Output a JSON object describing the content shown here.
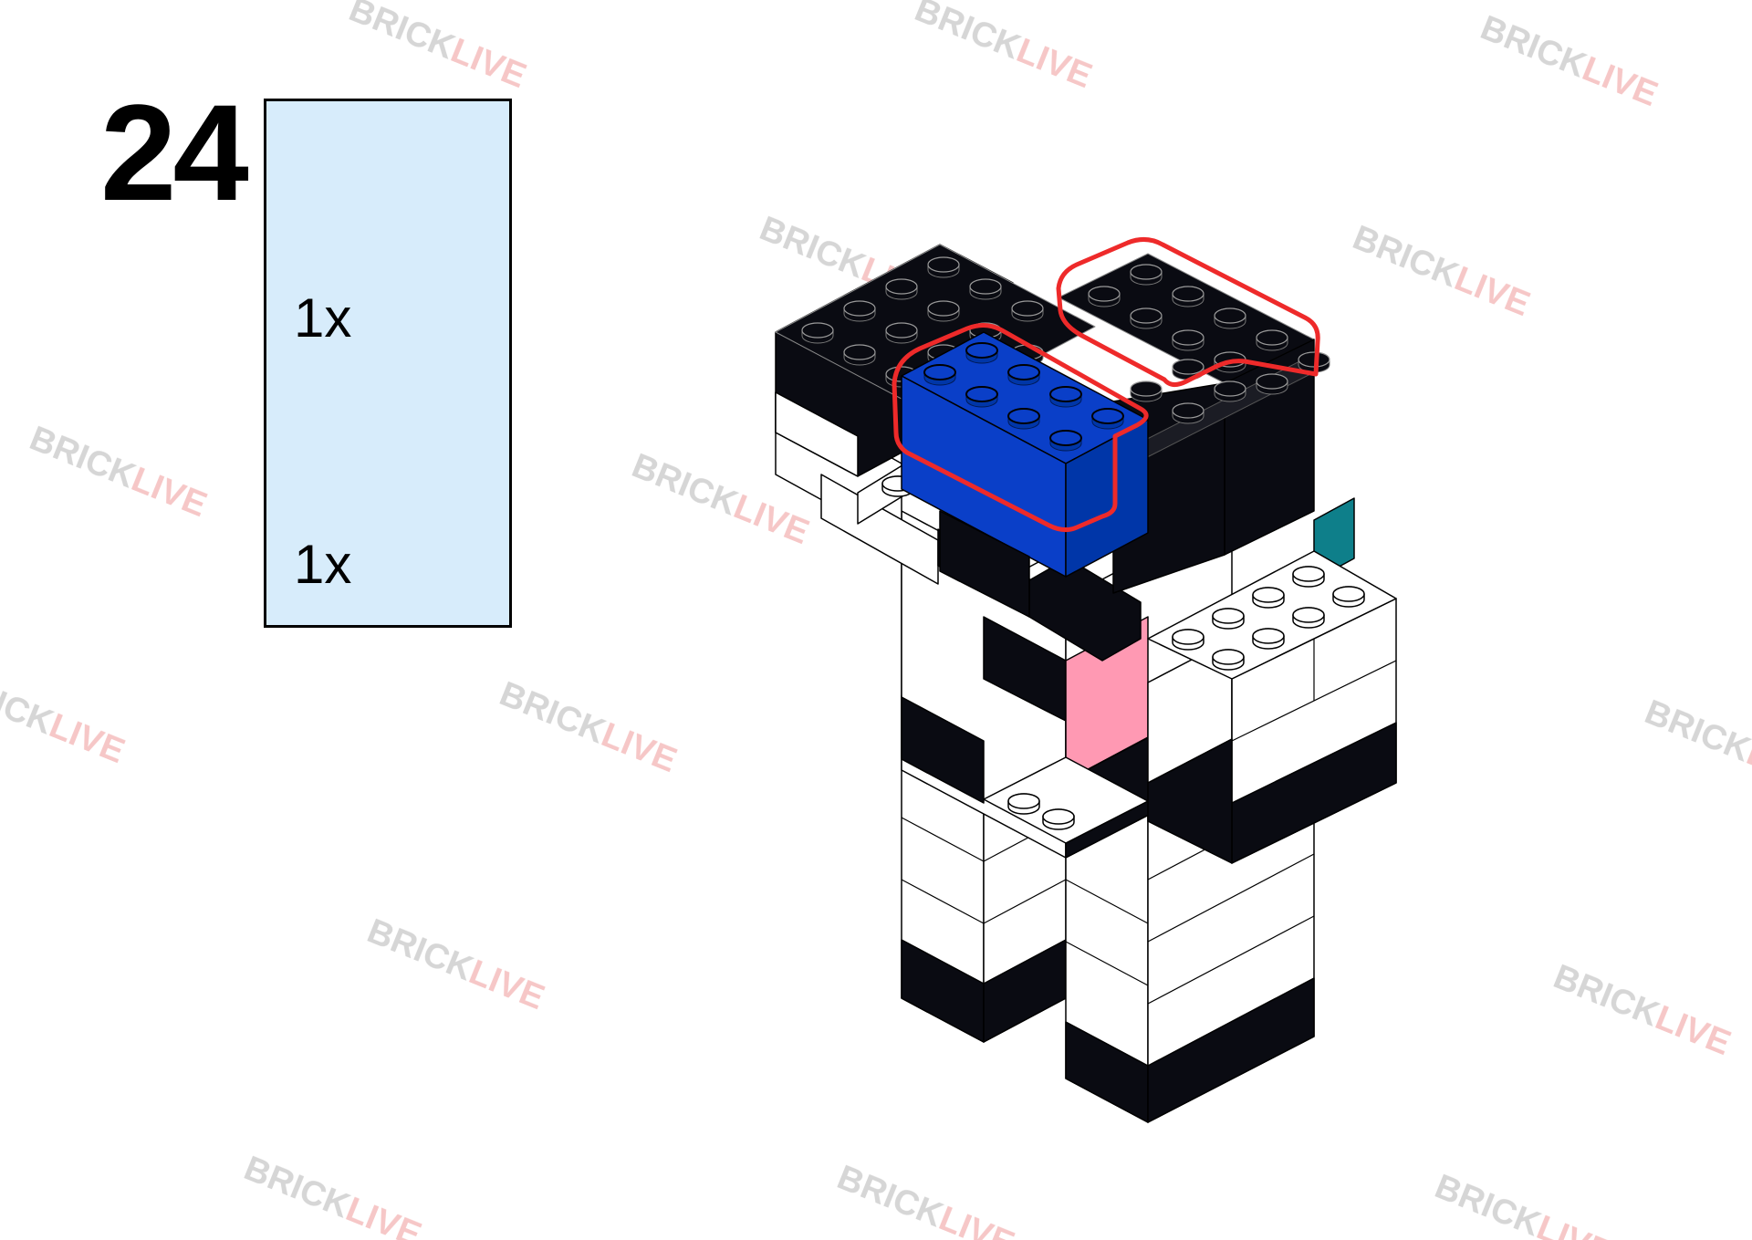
{
  "step": {
    "number": "24"
  },
  "parts_list": [
    {
      "quantity_label": "1x",
      "color": "#0a3fc8",
      "icon": "brick-2x4-blue-icon"
    },
    {
      "quantity_label": "1x",
      "color": "#0a0b12",
      "icon": "brick-2x4-black-icon"
    }
  ],
  "colors": {
    "parts_background": "#d7ecfb",
    "highlight_outline": "#ee2a2a",
    "brick_black": "#0a0b12",
    "brick_blue": "#0a3fc8",
    "brick_white": "#ffffff",
    "brick_pink": "#ff99b3",
    "brick_teal": "#0e7f8a"
  },
  "watermark": {
    "part1": "BRICK",
    "part2": "LIVE",
    "color1": "#c8c8c8",
    "color2": "#f3b5b5"
  }
}
